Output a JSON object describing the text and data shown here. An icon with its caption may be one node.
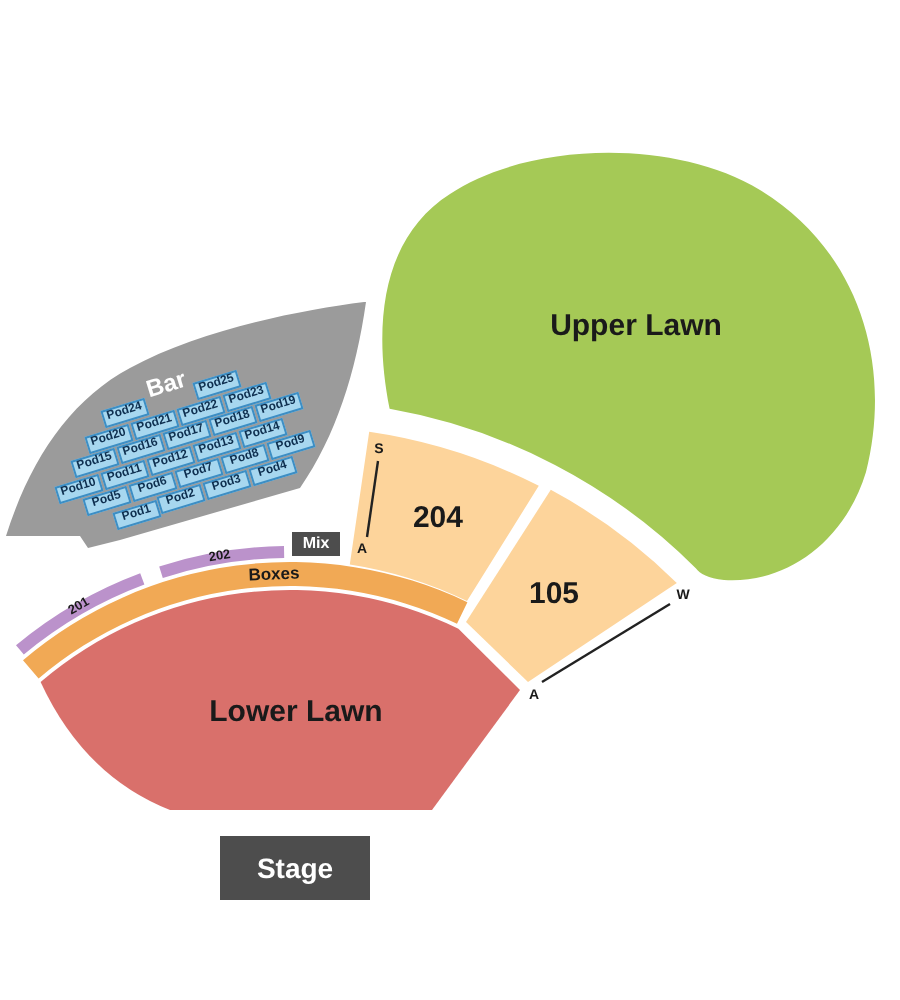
{
  "diagram": {
    "nodes": [
      {
        "text": [
          "Upper Lawn"
        ]
      },
      {
        "text": [
          "Bar"
        ]
      },
      {
        "text": [
          "Pod24"
        ],
        "in": 1
      },
      {
        "text": [
          "Pod25"
        ],
        "in": 1
      },
      {
        "text": [
          "Pod20"
        ],
        "in": 1
      },
      {
        "text": [
          "Pod21"
        ],
        "in": 1
      },
      {
        "text": [
          "Pod22"
        ],
        "in": 1
      },
      {
        "text": [
          "Pod23"
        ],
        "in": 1
      },
      {
        "text": [
          "Pod15"
        ],
        "in": 1
      },
      {
        "text": [
          "Pod16"
        ],
        "in": 1
      },
      {
        "text": [
          "Pod17"
        ],
        "in": 1
      },
      {
        "text": [
          "Pod18"
        ],
        "in": 1
      },
      {
        "text": [
          "Pod19"
        ],
        "in": 1
      },
      {
        "text": [
          "Pod10"
        ],
        "in": 1
      },
      {
        "text": [
          "Pod11"
        ],
        "in": 1
      },
      {
        "text": [
          "Pod12"
        ],
        "in": 1
      },
      {
        "text": [
          "Pod13"
        ],
        "in": 1
      },
      {
        "text": [
          "Pod14"
        ],
        "in": 1
      },
      {
        "text": [
          "Pod5"
        ],
        "in": 1
      },
      {
        "text": [
          "Pod6"
        ],
        "in": 1
      },
      {
        "text": [
          "Pod7"
        ],
        "in": 1
      },
      {
        "text": [
          "Pod8"
        ],
        "in": 1
      },
      {
        "text": [
          "Pod9"
        ],
        "in": 1
      },
      {
        "text": [
          "Pod1"
        ],
        "in": 1
      },
      {
        "text": [
          "Pod2"
        ],
        "in": 1
      },
      {
        "text": [
          "Pod3"
        ],
        "in": 1
      },
      {
        "text": [
          "Pod4"
        ],
        "in": 1
      },
      {
        "text": [
          "204"
        ]
      },
      {
        "text": [
          "105"
        ]
      },
      {
        "text": [
          "Mix"
        ]
      },
      {
        "text": [
          "202"
        ]
      },
      {
        "text": [
          "Boxes"
        ]
      },
      {
        "text": [
          "201"
        ]
      },
      {
        "text": [
          "Lower Lawn"
        ]
      },
      {
        "text": [
          "Stage"
        ]
      }
    ],
    "labels": [
      "S",
      "A",
      "W",
      "A"
    ]
  }
}
